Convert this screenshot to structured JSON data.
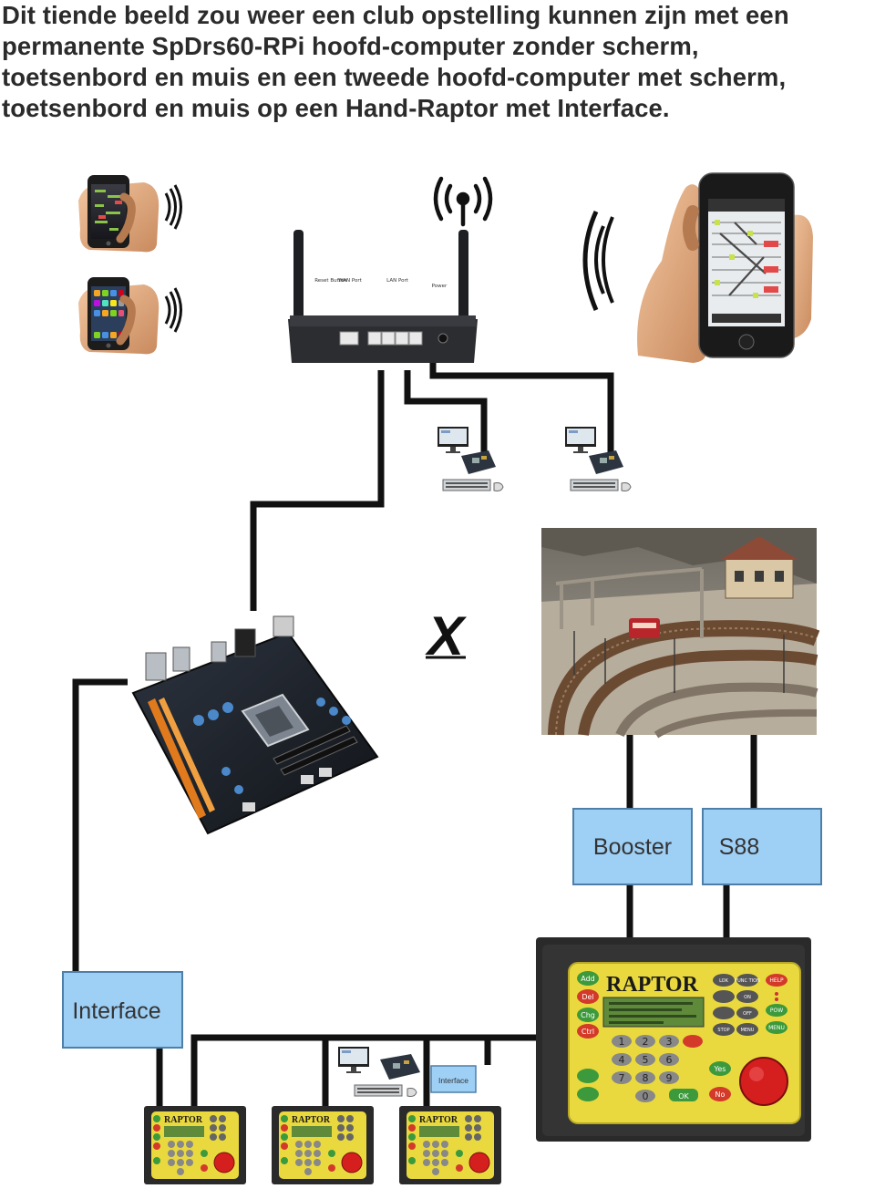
{
  "intro_lines": [
    "Dit tiende beeld zou weer een club opstelling kunnen zijn met een",
    "permanente SpDrs60-RPi hoofd-computer zonder scherm,",
    "toetsenbord en muis en een tweede hoofd-computer met scherm,",
    "toetsenbord en muis op een Hand-Raptor met Interface."
  ],
  "router": {
    "port_labels": [
      "Reset Button",
      "WAN Port",
      "LAN Port",
      "Power"
    ]
  },
  "layout_marker": "X",
  "boxes": {
    "booster": "Booster",
    "s88": "S88",
    "interface": "Interface",
    "interface_small": "Interface"
  },
  "raptor": {
    "brand": "RAPTOR",
    "left_keys": [
      "Add",
      "Del",
      "Chg",
      "Ctrl"
    ],
    "right_keys": [
      "LOK",
      "FUNC TION",
      "ON",
      "OFF",
      "STOP",
      "MENU"
    ],
    "side_keys": [
      "HELP",
      "POW",
      "MENU"
    ],
    "digits": [
      "1",
      "2",
      "3",
      "4",
      "5",
      "6",
      "7",
      "8",
      "9",
      "0"
    ],
    "bottom_keys": [
      "Yes",
      "No",
      "OK"
    ]
  },
  "icon_colors": {
    "box_fill": "#9ecff5",
    "box_stroke": "#4d7fa8",
    "raptor_yellow": "#e9d93f",
    "raptor_case": "#2a2a2a",
    "stop_red": "#d51f1f",
    "cable": "#111111"
  }
}
